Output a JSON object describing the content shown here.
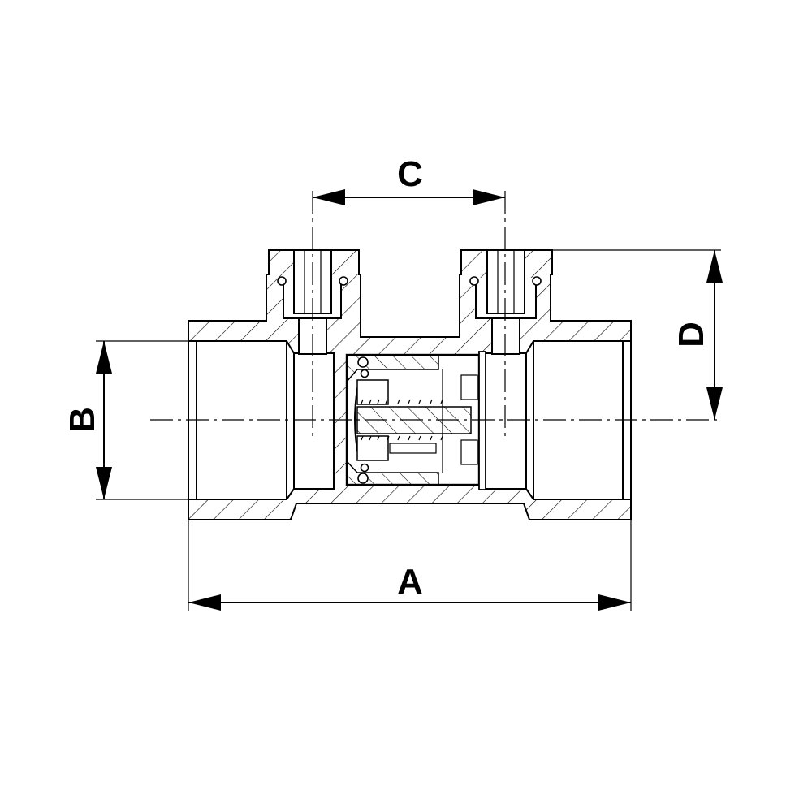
{
  "drawing": {
    "type": "valve cross-section with dimensions",
    "dimensions": [
      {
        "id": "A",
        "label": "A"
      },
      {
        "id": "B",
        "label": "B"
      },
      {
        "id": "C",
        "label": "C"
      },
      {
        "id": "D",
        "label": "D"
      }
    ],
    "line_color": "#000000",
    "background": "#ffffff"
  }
}
